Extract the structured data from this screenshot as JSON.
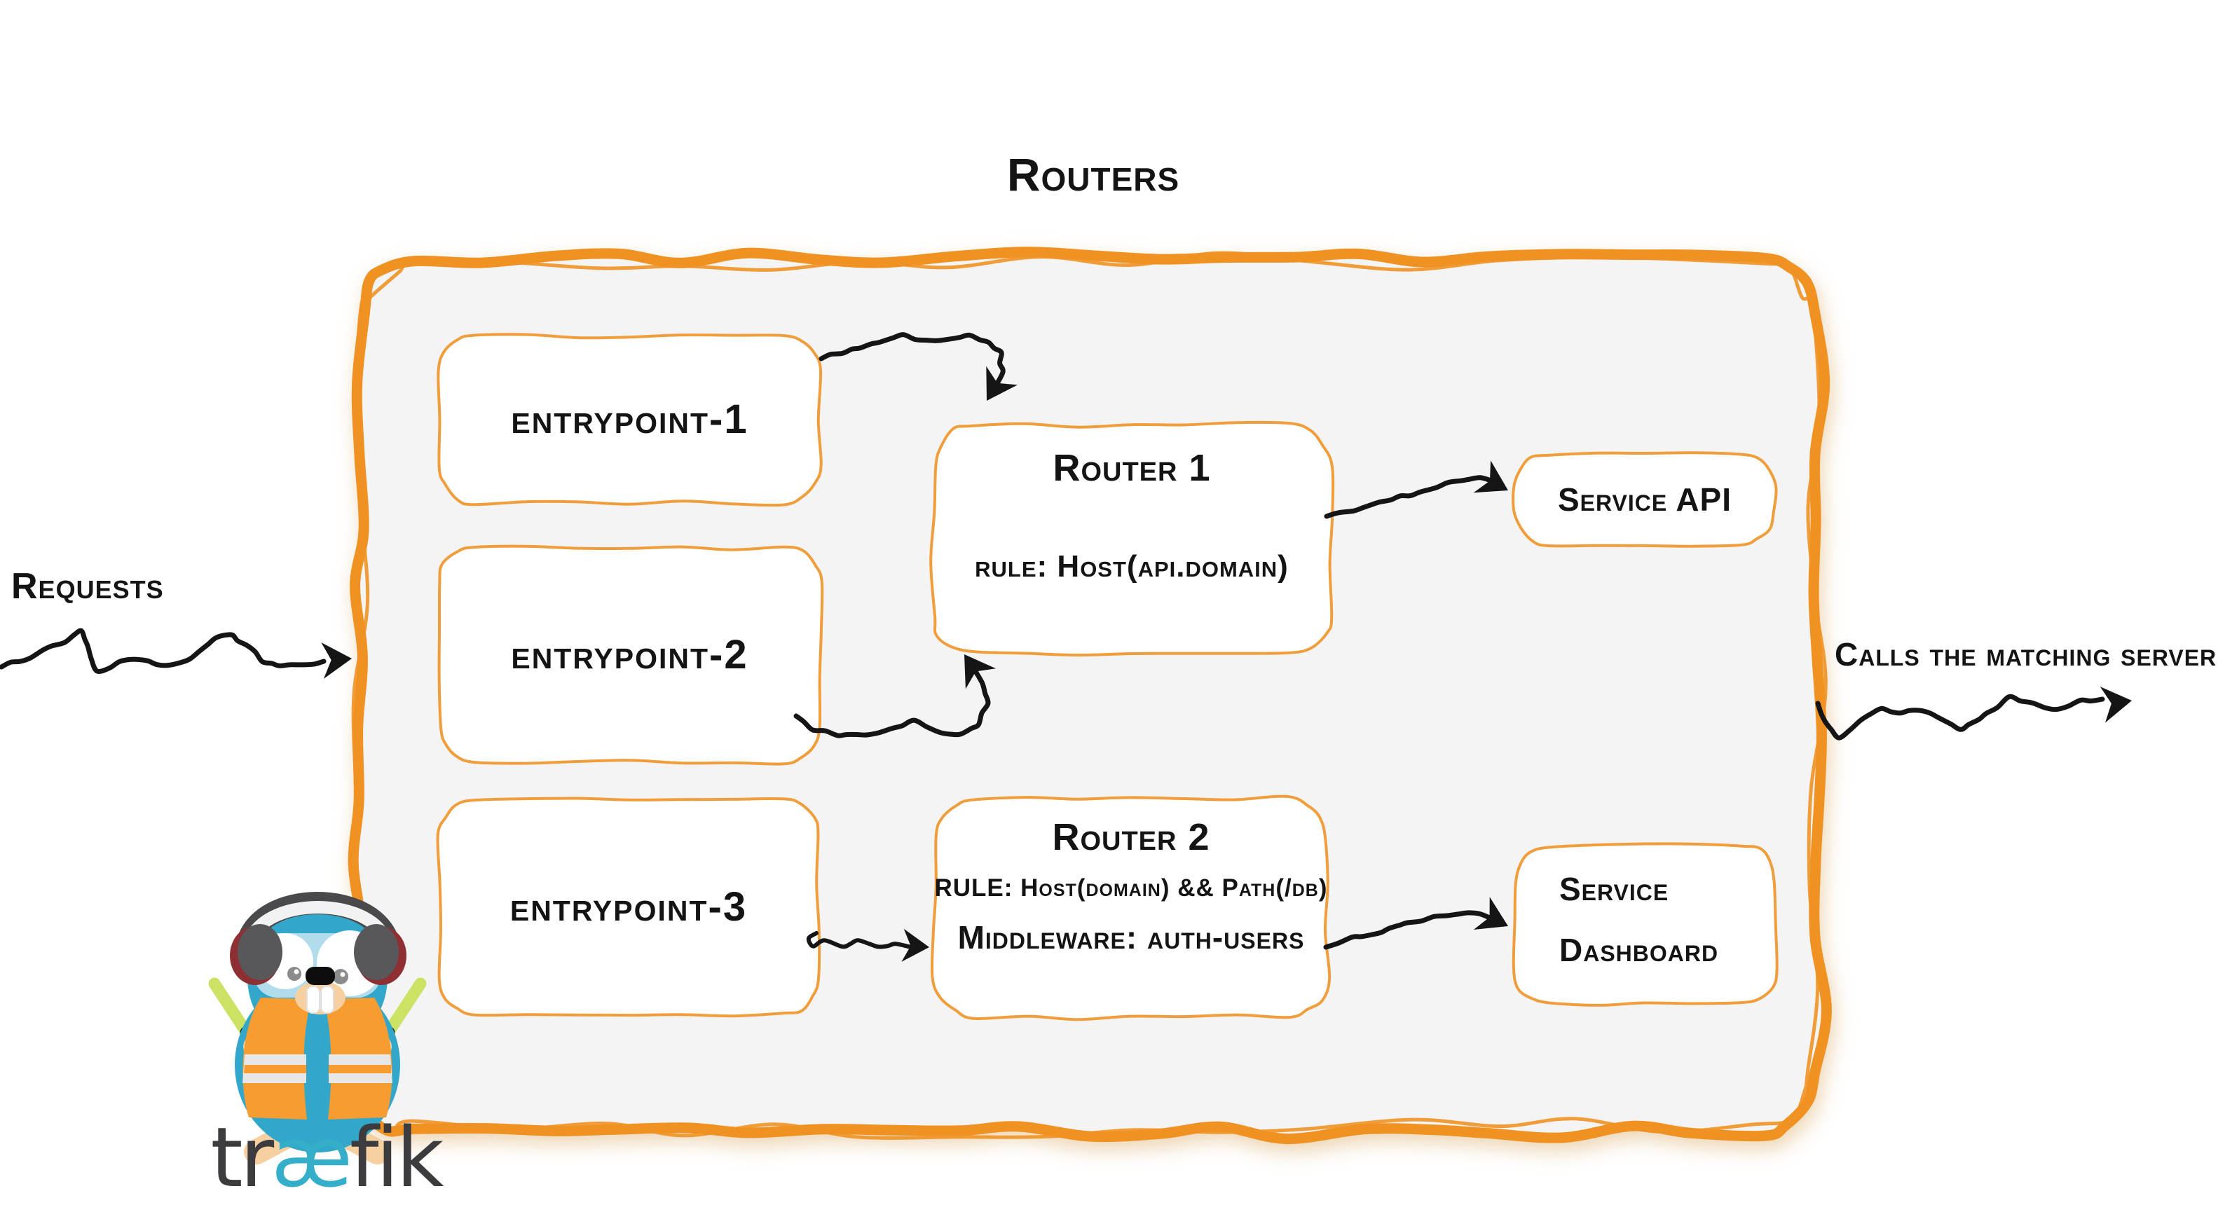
{
  "diagram": {
    "title": "Routers",
    "requests_label": "Requests",
    "calls_label": "Calls the matching server",
    "entrypoints": [
      {
        "label": "entrypoint-1"
      },
      {
        "label": "entrypoint-2"
      },
      {
        "label": "entrypoint-3"
      }
    ],
    "routers": [
      {
        "title": "Router 1",
        "rule": "rule: Host(api.domain)"
      },
      {
        "title": "Router 2",
        "rule": "RULE: Host(domain) && Path(/db)",
        "middleware": "Middleware: auth-users"
      }
    ],
    "services": [
      {
        "lines": [
          "Service API"
        ]
      },
      {
        "lines": [
          "Service",
          "Dashboard"
        ]
      }
    ],
    "logo": {
      "pre": "tr",
      "ae": "æ",
      "post": "fik"
    },
    "colors": {
      "container_border": "#EF9223",
      "box_border": "#F09D3C",
      "container_fill": "#F4F4F4",
      "ink": "#141414",
      "traefik_blue": "#32A7C9",
      "vest_orange": "#F79C31",
      "baton_green": "#CBE265"
    }
  }
}
